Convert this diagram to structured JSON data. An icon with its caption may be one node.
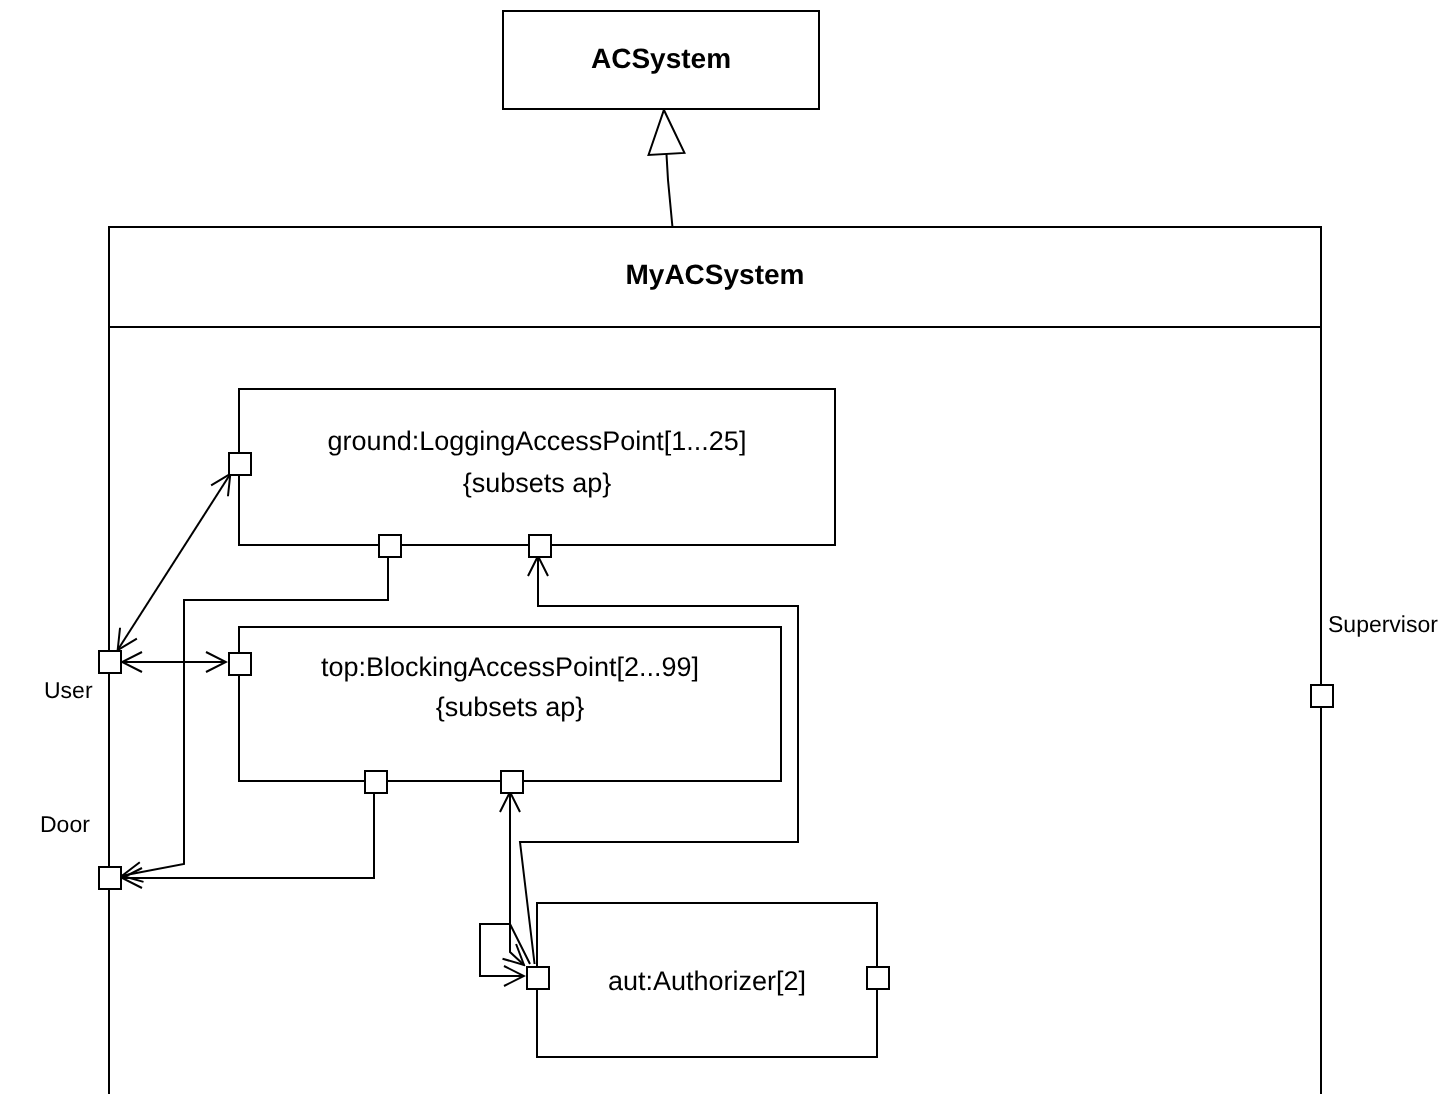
{
  "diagram": {
    "nodes": [
      {
        "text": [
          "ACSystem"
        ]
      },
      {
        "text": [
          "MyACSystem"
        ]
      },
      {
        "text": [
          "ground:LoggingAccessPoint[1...25]",
          "{subsets ap}"
        ],
        "in": 1
      },
      {
        "text": [],
        "shape": "box",
        "in": 1
      },
      {
        "text": [],
        "shape": "box",
        "in": 1
      },
      {
        "text": [],
        "shape": "box",
        "in": 1
      },
      {
        "text": [],
        "shape": "box",
        "beside": [
          "User"
        ]
      },
      {
        "text": [
          "top:BlockingAccessPoint[2...99]",
          "{subsets ap}"
        ],
        "in": 1
      },
      {
        "text": [],
        "shape": "box",
        "in": 1
      },
      {
        "text": [],
        "shape": "box",
        "in": 1
      },
      {
        "text": [],
        "shape": "box",
        "in": 1
      },
      {
        "text": [],
        "shape": "box",
        "beside": [
          "Supervisor"
        ]
      },
      {
        "text": [],
        "shape": "box",
        "beside": [
          "Door"
        ]
      },
      {
        "text": [
          "aut:Authorizer[2]"
        ],
        "in": 1
      },
      {
        "text": [],
        "shape": "box",
        "in": 1
      },
      {
        "text": [],
        "shape": "box",
        "in": 1
      }
    ],
    "edges": [
      {
        "from": 1,
        "to": 0,
        "arrow": "to"
      },
      {
        "from": 6,
        "to": 3,
        "arrow": "both"
      },
      {
        "from": 6,
        "to": 8,
        "arrow": "both"
      },
      {
        "from": 4,
        "to": 12,
        "arrow": "to"
      },
      {
        "from": 9,
        "to": 12,
        "arrow": "to"
      },
      {
        "from": 10,
        "to": 14,
        "arrow": "both"
      },
      {
        "from": 14,
        "to": 5,
        "arrow": "to"
      },
      {
        "from": 14,
        "to": 14,
        "arrow": "to"
      }
    ]
  }
}
